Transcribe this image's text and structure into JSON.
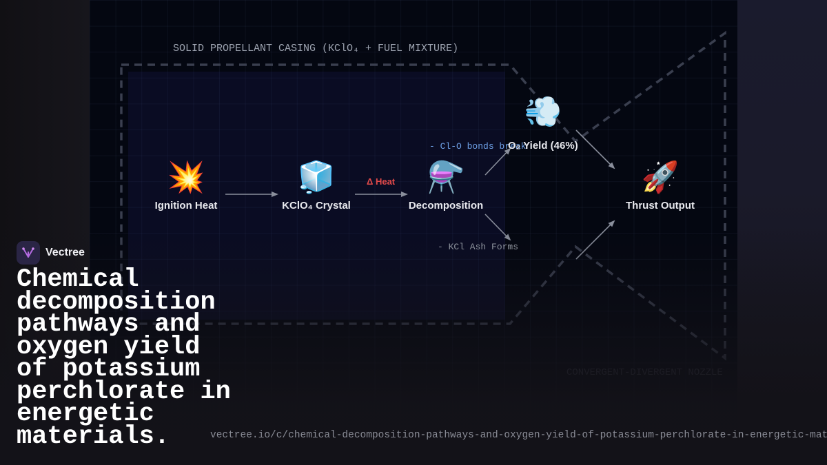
{
  "diagram": {
    "casing_label": "SOLID PROPELLANT CASING (KClO₄ + FUEL MIXTURE)",
    "nozzle_label": "CONVERGENT-DIVERGENT NOZZLE",
    "nodes": [
      {
        "id": "ignition",
        "icon": "collision-icon",
        "emoji": "💥",
        "label": "Ignition Heat"
      },
      {
        "id": "crystal",
        "icon": "ice-cube-icon",
        "emoji": "🧊",
        "label": "KClO₄ Crystal"
      },
      {
        "id": "decomposition",
        "icon": "flask-icon",
        "emoji": "⚗️",
        "label": "Decomposition"
      },
      {
        "id": "o2",
        "icon": "dash-wind-icon",
        "emoji": "💨",
        "label": "O₂ Yield (46%)"
      },
      {
        "id": "thrust",
        "icon": "rocket-icon",
        "emoji": "🚀",
        "label": "Thrust Output"
      }
    ],
    "edge_labels": {
      "heat": "Δ Heat",
      "bonds": "- Cl-O bonds break",
      "ash": "- KCl Ash Forms"
    }
  },
  "brand": {
    "name": "Vectree",
    "headline": "Chemical decomposition pathways and oxygen yield of potassium perchlorate in energetic materials.",
    "url": "vectree.io/c/chemical-decomposition-pathways-and-oxygen-yield-of-potassium-perchlorate-in-energetic-materials"
  },
  "colors": {
    "background": "#131218",
    "panel": "#040711",
    "heat": "#e24a4a",
    "bonds": "#6ea0e6",
    "dashed": "#3a3f4f"
  }
}
